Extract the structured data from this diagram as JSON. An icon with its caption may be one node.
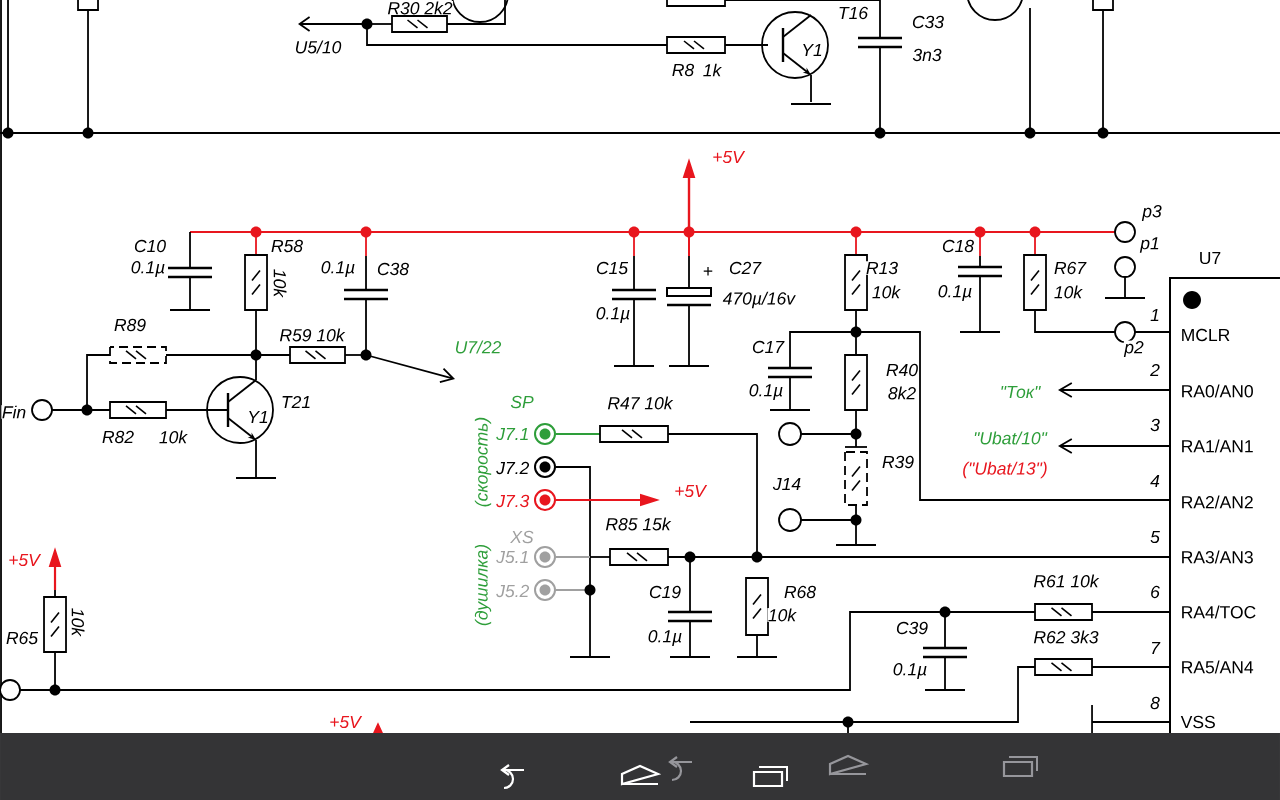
{
  "diagram": {
    "labels": [
      "R30 2k2",
      "U5/10",
      "T16",
      "C33",
      "R8",
      "1k",
      "Y1",
      "3n3",
      "+5V",
      "C10",
      "0.1µ",
      "R58",
      "10k",
      "0.1µ",
      "C38",
      "R89",
      "R59 10k",
      "U7/22",
      "Fin",
      "R82",
      "10k",
      "Y1",
      "T21",
      "C15",
      "0.1µ",
      "+",
      "C27",
      "470µ/16v",
      "R13",
      "10k",
      "C18",
      "0.1µ",
      "R67",
      "10k",
      "p3",
      "p1",
      "U7",
      "1",
      "MCLR",
      "p2",
      "C17",
      "0.1µ",
      "R40",
      "8k2",
      "2",
      "\"Ток\"",
      "RA0/AN0",
      "R39",
      "3",
      "\"Ubat/10\"",
      "RA1/AN1",
      "(\"Ubat/13\")",
      "J14",
      "4",
      "RA2/AN2",
      "SP",
      "R47 10k",
      "J7.1",
      "(скорость)",
      "J7.2",
      "J7.3",
      "+5V",
      "XS",
      "R85 15k",
      "5",
      "RA3/AN3",
      "J5.1",
      "(душилка)",
      "J5.2",
      "+5V",
      "R61 10k",
      "6",
      "RA4/TOC",
      "C19",
      "R68",
      "10k",
      "C39",
      "R62 3k3",
      "R65",
      "10k",
      "0.1µ",
      "7",
      "RA5/AN4",
      "0.1µ",
      "8",
      "+5V",
      "VSS"
    ]
  }
}
